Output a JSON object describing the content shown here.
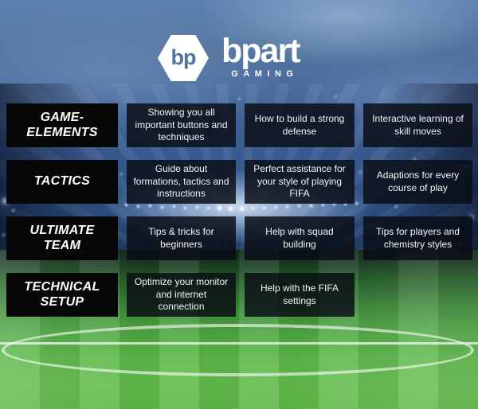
{
  "brand": {
    "monogram": "bp",
    "name": "bpart",
    "tagline": "GAMING"
  },
  "matrix": {
    "rows": [
      {
        "category": "GAME-\nELEMENTS",
        "items": [
          "Showing you all important buttons and techniques",
          "How to build a strong defense",
          "Interactive learning of skill moves"
        ]
      },
      {
        "category": "TACTICS",
        "items": [
          "Guide about formations, tactics and instructions",
          "Perfect assistance for your style of playing FIFA",
          "Adaptions for every course of play"
        ]
      },
      {
        "category": "ULTIMATE\nTEAM",
        "items": [
          "Tips & tricks for beginners",
          "Help with squad building",
          "Tips for players and chemistry styles"
        ]
      },
      {
        "category": "TECHNICAL\nSETUP",
        "items": [
          "Optimize your monitor and internet connection",
          "Help with the FIFA settings"
        ]
      }
    ]
  },
  "colors": {
    "sky_blue": "#4a6da3",
    "stadium_navy": "#0f2240",
    "pitch_green": "#5db84a",
    "pitch_line": "#f8fcf8",
    "category_box": "#070707",
    "item_box": "#0b0f18",
    "text": "#ffffff"
  }
}
